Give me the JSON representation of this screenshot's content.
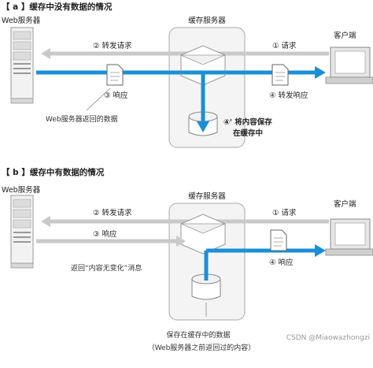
{
  "section_a": {
    "title": "【 a 】缓存中没有数据的情况",
    "web_server_label": "Web服务器",
    "cache_server_label": "缓存服务器",
    "client_label": "客户端",
    "step1": "① 请求",
    "step2": "② 转发请求",
    "step3": "③ 响应",
    "step4": "④ 转发响应",
    "step4b_line1": "④' 将内容保存",
    "step4b_line2": "在缓存中",
    "data_note": "Web服务器返回的数据"
  },
  "section_b": {
    "title": "【 b 】缓存中有数据的情况",
    "web_server_label": "Web服务器",
    "cache_server_label": "缓存服务器",
    "client_label": "客户端",
    "step1": "① 请求",
    "step2": "② 转发请求",
    "step3": "③ 响应",
    "step4": "④ 响应",
    "msg_note": "返回“内容无变化”消息",
    "stored_note_line1": "保存在缓存中的数据",
    "stored_note_line2": "（Web服务器之前返回过的内容）"
  },
  "watermark": "CSDN @Miaowazhongzi",
  "colors": {
    "accent": "#1a8fd6",
    "gray_arrow": "#c9c9c9",
    "box_border": "#aaaaaa"
  }
}
